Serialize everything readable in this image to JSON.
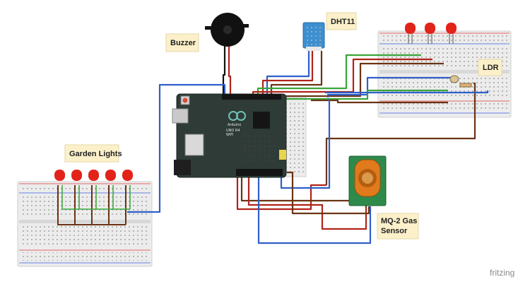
{
  "labels": {
    "buzzer": "Buzzer",
    "dht11": "DHT11",
    "ldr": "LDR",
    "garden_lights": "Garden Lights",
    "mq2_line1": "MQ-2 Gas",
    "mq2_line2": "Sensor"
  },
  "board": {
    "brand_text": "Arduino",
    "model_text": "UNO R4",
    "subtitle": "WiFi"
  },
  "watermark": "fritzing",
  "colors": {
    "wire_blue": "#2f5fc9",
    "wire_red": "#b02418",
    "wire_brown": "#6b3414",
    "wire_green": "#3aa53a",
    "wire_black": "#111111",
    "led_red": "#e2231a",
    "board_green": "#2e3b36",
    "breadboard": "#e9e9e9",
    "sensor_orange": "#e07a1c",
    "sensor_pcb": "#2d8a4a",
    "dht_blue": "#3d8fd1",
    "note_yellow": "#fbf0c9"
  }
}
